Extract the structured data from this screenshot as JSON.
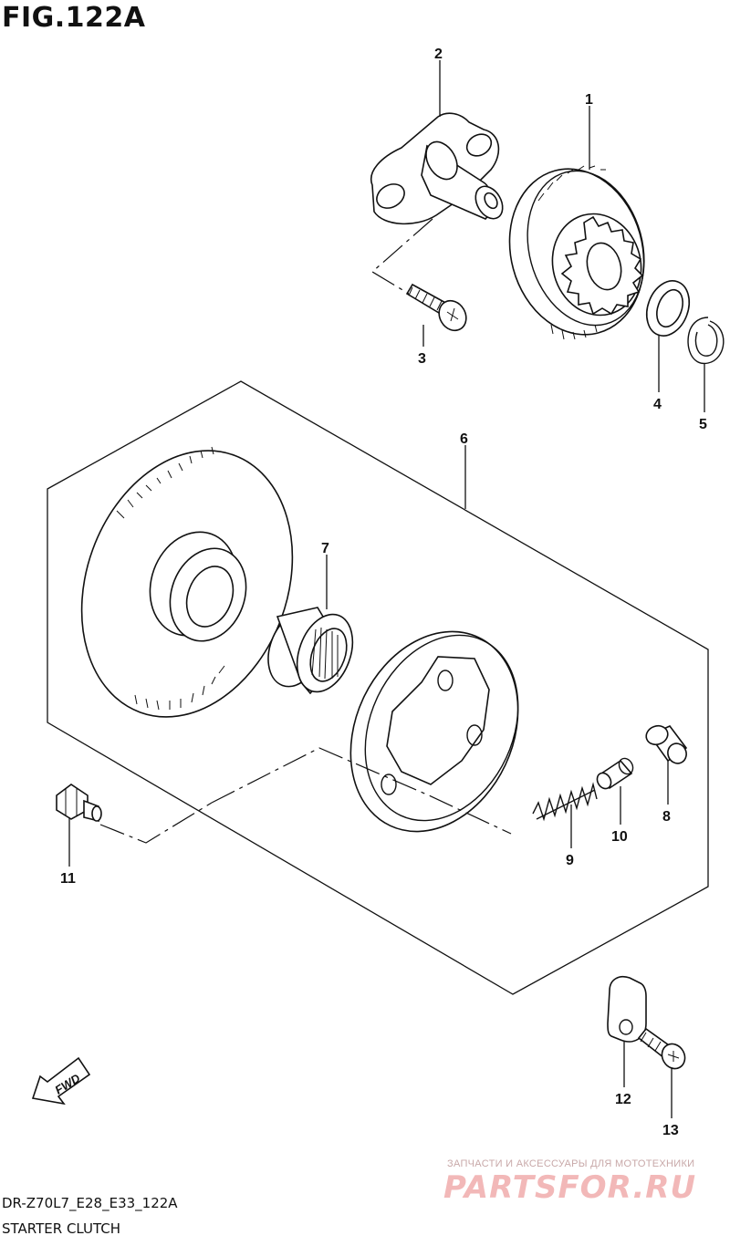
{
  "figure": {
    "title": "FIG.122A",
    "model_code": "DR-Z70L7_E28_E33_122A",
    "name": "STARTER CLUTCH"
  },
  "callouts": {
    "c1": "1",
    "c2": "2",
    "c3": "3",
    "c4": "4",
    "c5": "5",
    "c6": "6",
    "c7": "7",
    "c8": "8",
    "c9": "9",
    "c10": "10",
    "c11": "11",
    "c12": "12",
    "c13": "13"
  },
  "fwd_label": "FWD",
  "watermark": {
    "line1": "ЗАПЧАСТИ И АКСЕССУАРЫ ДЛЯ МОТОТЕХНИКИ",
    "line2": "PARTSFOR.RU"
  },
  "colors": {
    "ink": "#111111",
    "watermark": "#f2b8b8"
  }
}
